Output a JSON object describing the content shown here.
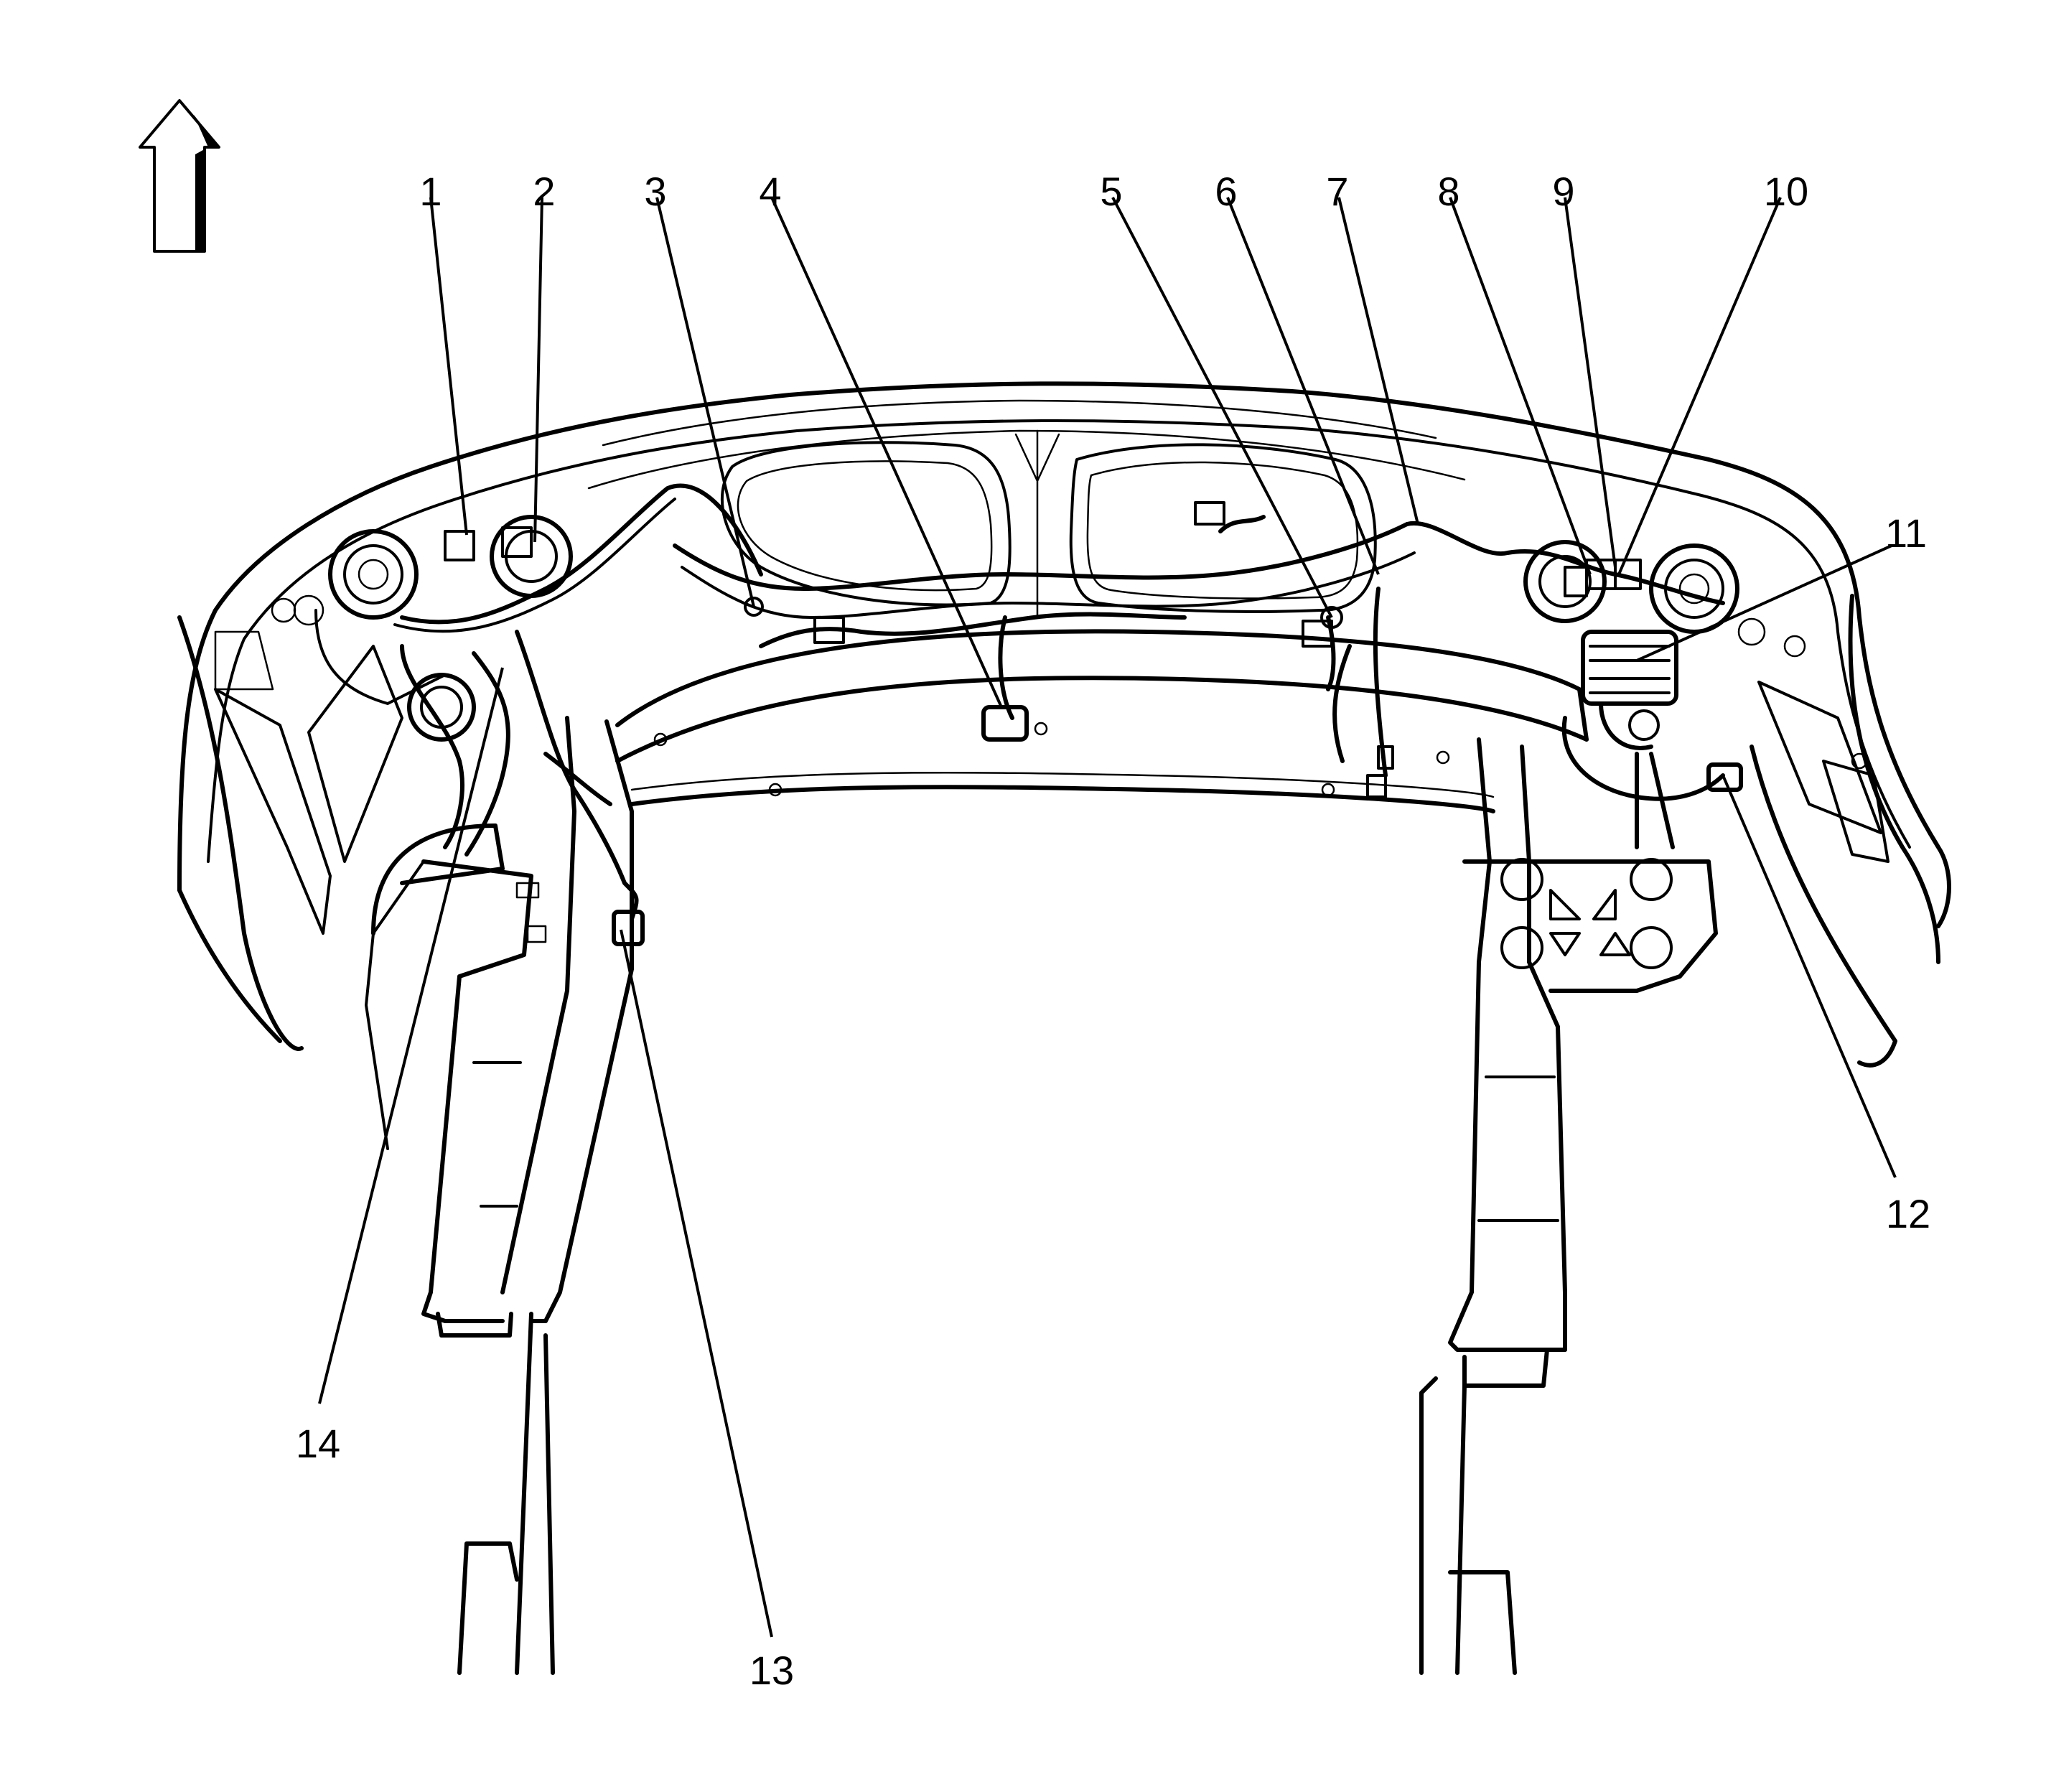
{
  "diagram": {
    "callouts": [
      {
        "id": "1",
        "label": "1"
      },
      {
        "id": "2",
        "label": "2"
      },
      {
        "id": "3",
        "label": "3"
      },
      {
        "id": "4",
        "label": "4"
      },
      {
        "id": "5",
        "label": "5"
      },
      {
        "id": "6",
        "label": "6"
      },
      {
        "id": "7",
        "label": "7"
      },
      {
        "id": "8",
        "label": "8"
      },
      {
        "id": "9",
        "label": "9"
      },
      {
        "id": "10",
        "label": "10"
      },
      {
        "id": "11",
        "label": "11"
      },
      {
        "id": "12",
        "label": "12"
      },
      {
        "id": "13",
        "label": "13"
      },
      {
        "id": "14",
        "label": "14"
      }
    ],
    "orientation_icon": "up-arrow-icon",
    "line_color": "#000000",
    "background_color": "#ffffff"
  }
}
